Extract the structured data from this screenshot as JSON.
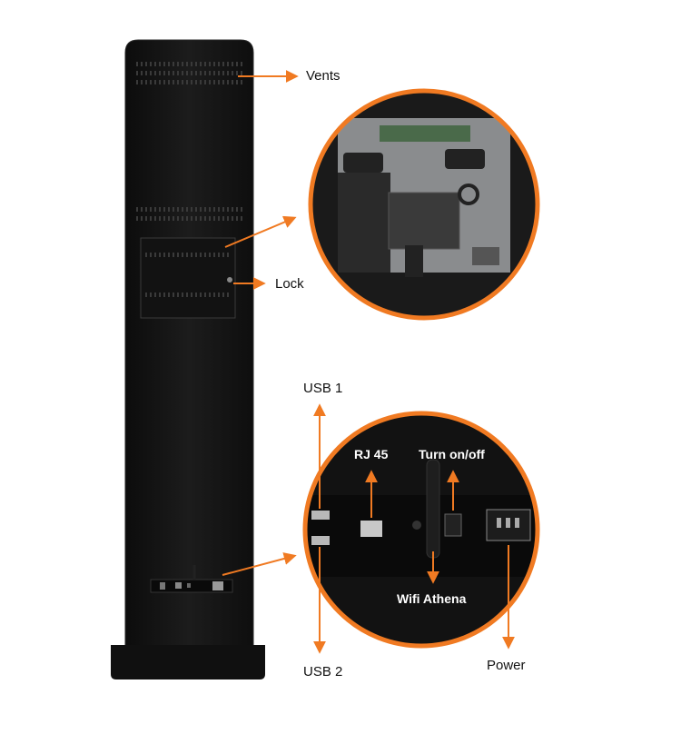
{
  "labels": {
    "vents": "Vents",
    "lock": "Lock",
    "usb1": "USB 1",
    "usb2": "USB 2",
    "rj45": "RJ 45",
    "turn_on_off": "Turn on/off",
    "wifi_antenna": "Wifi Athena",
    "power": "Power"
  },
  "colors": {
    "accent": "#f07a22",
    "kiosk_body": "#141414",
    "background": "#ffffff"
  },
  "icons": {
    "vents": "vent-slots-icon",
    "lock": "lock-icon",
    "usb": "usb-port-icon",
    "rj45": "ethernet-port-icon",
    "switch": "power-switch-icon",
    "antenna": "wifi-antenna-icon",
    "power": "power-socket-icon"
  }
}
